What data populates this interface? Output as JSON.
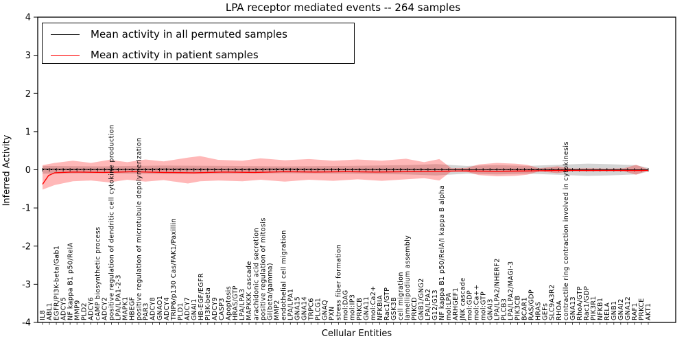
{
  "title": "LPA receptor mediated events -- 264 samples",
  "axes": {
    "ylabel": "Inferred Activity",
    "xlabel": "Cellular Entities",
    "yticks": [
      "4",
      "3",
      "2",
      "1",
      "0",
      "-1",
      "-2",
      "-3",
      "-4"
    ]
  },
  "legend": {
    "entries": [
      {
        "label": "Mean activity in all permuted samples",
        "color": "#000000"
      },
      {
        "label": "Mean activity in patient samples",
        "color": "#ff0000"
      }
    ]
  },
  "chart_data": {
    "type": "line",
    "title": "LPA receptor mediated events -- 264 samples",
    "xlabel": "Cellular Entities",
    "ylabel": "Inferred Activity",
    "ylim": [
      -4,
      4
    ],
    "yticks": [
      4,
      3,
      2,
      1,
      0,
      -1,
      -2,
      -3,
      -4
    ],
    "grid": false,
    "legend_position": "upper left",
    "x_entities": [
      "IL8",
      "ABL1",
      "EGFR/PI3K-beta/Gab1",
      "ADCY5",
      "NF kappa B1 p50/RelA",
      "MMP9",
      "PLD2",
      "ADCY6",
      "cAMP biosynthetic process",
      "ADCY2",
      "positive regulation of dendritic cell cytokine production",
      "LPA/LPA1-2-3",
      "MAPK1",
      "HBEGF",
      "positive regulation of microtubule depolymerization",
      "PAR3",
      "ADCY8",
      "GNAO1",
      "ADCY4",
      "TRIP6/p130 Cas/FAK1/Paxillin",
      "PLD1",
      "ADCY7",
      "GNAI1",
      "HB-EGF/EGFR",
      "PI3K-beta",
      "ADCY9",
      "CASP3",
      "Apoptosis",
      "HRAS/GTP",
      "LPA/LPA3",
      "MAPKKK cascade",
      "arachidonic acid secretion",
      "positive regulation of mitosis",
      "GI(beta/gamma)",
      "MMP2",
      "endothelial cell migration",
      "LPA/LPA1",
      "GNA15",
      "GNA14",
      "TRPC6",
      "PLCG1",
      "GNAQ",
      "PXN",
      "stress fiber formation",
      "mol:DAG",
      "mol:IP3",
      "PRKCB",
      "GNA11",
      "mol:Ca2+",
      "NFKBIA",
      "Rac1/GTP",
      "GSK3B",
      "cell migration",
      "lamellipodium assembly",
      "PRKCD",
      "GNB1/GNG2",
      "LPA/LPA2",
      "G12/G13",
      "NF kappa B1 p50/RelA/I kappa B alpha",
      "mol:LPA",
      "ARHGEF1",
      "JNK cascade",
      "mol:GDP",
      "mol:Ca++",
      "mol:GTP",
      "GNAI3",
      "LPA/LPA2/NHERF2",
      "PLCB3",
      "LPA/LPA2/MAGI-3",
      "PIK3CB",
      "BCAR1",
      "RAS/GDP",
      "HRAS",
      "GEFs",
      "SLC9A3R2",
      "RHOA",
      "contractile ring contraction involved in cytokinesis",
      "GNA13",
      "RhoA/GTP",
      "Rac1/GDP",
      "PIK3R1",
      "NFKB1",
      "RELA",
      "GNB1",
      "GNAI2",
      "GNA12",
      "RAF1",
      "PRKCE",
      "AKT1"
    ],
    "series": [
      {
        "name": "Mean activity in all permuted samples",
        "color": "#000000",
        "style": "solid, plus dotted zero-line with per-entity tick markers",
        "points": [
          [
            0,
            0.02
          ],
          [
            0.1,
            0.01
          ],
          [
            0.2,
            0.02
          ],
          [
            0.3,
            0.01
          ],
          [
            0.4,
            0.02
          ],
          [
            0.5,
            0.01
          ],
          [
            0.6,
            0.01
          ],
          [
            0.7,
            0.0
          ],
          [
            0.8,
            0.01
          ],
          [
            0.9,
            0.0
          ],
          [
            1,
            0.0
          ]
        ]
      },
      {
        "name": "Mean activity in patient samples",
        "color": "#ff0000",
        "style": "solid",
        "points": [
          [
            0,
            -0.38
          ],
          [
            0.01,
            -0.15
          ],
          [
            0.02,
            -0.08
          ],
          [
            0.05,
            -0.06
          ],
          [
            0.1,
            -0.07
          ],
          [
            0.15,
            -0.05
          ],
          [
            0.2,
            -0.07
          ],
          [
            0.25,
            -0.08
          ],
          [
            0.3,
            -0.06
          ],
          [
            0.35,
            -0.07
          ],
          [
            0.4,
            -0.05
          ],
          [
            0.45,
            -0.06
          ],
          [
            0.5,
            -0.05
          ],
          [
            0.55,
            -0.06
          ],
          [
            0.6,
            -0.05
          ],
          [
            0.65,
            -0.04
          ],
          [
            0.7,
            -0.03
          ],
          [
            0.75,
            -0.04
          ],
          [
            0.8,
            -0.03
          ],
          [
            0.85,
            -0.02
          ],
          [
            0.9,
            -0.02
          ],
          [
            0.95,
            -0.02
          ],
          [
            1,
            -0.02
          ]
        ]
      }
    ],
    "bands": {
      "patient_band": {
        "color": "#ff0000",
        "opacity": 0.28,
        "points": [
          [
            0,
            0.12,
            -0.52
          ],
          [
            0.02,
            0.18,
            -0.4
          ],
          [
            0.05,
            0.24,
            -0.3
          ],
          [
            0.08,
            0.18,
            -0.28
          ],
          [
            0.11,
            0.26,
            -0.33
          ],
          [
            0.14,
            0.2,
            -0.26
          ],
          [
            0.17,
            0.27,
            -0.31
          ],
          [
            0.2,
            0.22,
            -0.27
          ],
          [
            0.24,
            0.32,
            -0.36
          ],
          [
            0.26,
            0.36,
            -0.3
          ],
          [
            0.29,
            0.26,
            -0.28
          ],
          [
            0.33,
            0.24,
            -0.3
          ],
          [
            0.36,
            0.3,
            -0.26
          ],
          [
            0.4,
            0.25,
            -0.31
          ],
          [
            0.44,
            0.28,
            -0.26
          ],
          [
            0.48,
            0.24,
            -0.29
          ],
          [
            0.52,
            0.27,
            -0.25
          ],
          [
            0.56,
            0.24,
            -0.29
          ],
          [
            0.6,
            0.29,
            -0.25
          ],
          [
            0.63,
            0.2,
            -0.22
          ],
          [
            0.655,
            0.28,
            -0.28
          ],
          [
            0.675,
            0.04,
            -0.04
          ],
          [
            0.7,
            0.05,
            -0.05
          ],
          [
            0.72,
            0.14,
            -0.14
          ],
          [
            0.75,
            0.18,
            -0.17
          ],
          [
            0.78,
            0.16,
            -0.16
          ],
          [
            0.8,
            0.13,
            -0.13
          ],
          [
            0.82,
            0.04,
            -0.04
          ],
          [
            0.85,
            0.09,
            -0.09
          ],
          [
            0.875,
            0.03,
            -0.03
          ],
          [
            0.9,
            0.04,
            -0.04
          ],
          [
            0.93,
            0.03,
            -0.03
          ],
          [
            0.96,
            0.04,
            -0.04
          ],
          [
            0.98,
            0.13,
            -0.13
          ],
          [
            1.0,
            0.01,
            -0.01
          ]
        ]
      },
      "permuted_band": {
        "color": "#aaaaaa",
        "opacity": 0.5,
        "points": [
          [
            0,
            0.1,
            -0.1
          ],
          [
            0.1,
            0.09,
            -0.09
          ],
          [
            0.2,
            0.11,
            -0.11
          ],
          [
            0.3,
            0.1,
            -0.1
          ],
          [
            0.4,
            0.09,
            -0.09
          ],
          [
            0.5,
            0.1,
            -0.1
          ],
          [
            0.6,
            0.12,
            -0.12
          ],
          [
            0.65,
            0.15,
            -0.15
          ],
          [
            0.7,
            0.1,
            -0.1
          ],
          [
            0.75,
            0.12,
            -0.12
          ],
          [
            0.8,
            0.1,
            -0.1
          ],
          [
            0.85,
            0.13,
            -0.13
          ],
          [
            0.9,
            0.16,
            -0.16
          ],
          [
            0.95,
            0.14,
            -0.14
          ],
          [
            0.98,
            0.12,
            -0.12
          ],
          [
            1,
            0.05,
            -0.05
          ]
        ]
      }
    }
  }
}
